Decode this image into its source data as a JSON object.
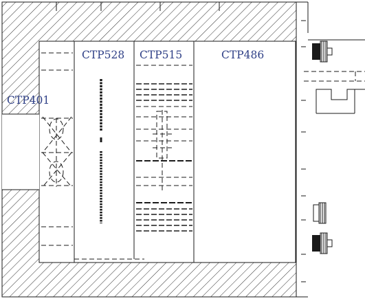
{
  "diagram": {
    "labels": {
      "ctp401": "CTP401",
      "ctp528": "CTP528",
      "ctp515": "CTP515",
      "ctp486": "CTP486"
    },
    "colors": {
      "label": "#2e3f86",
      "line": "#1a1a1a",
      "background": "#ffffff"
    }
  }
}
